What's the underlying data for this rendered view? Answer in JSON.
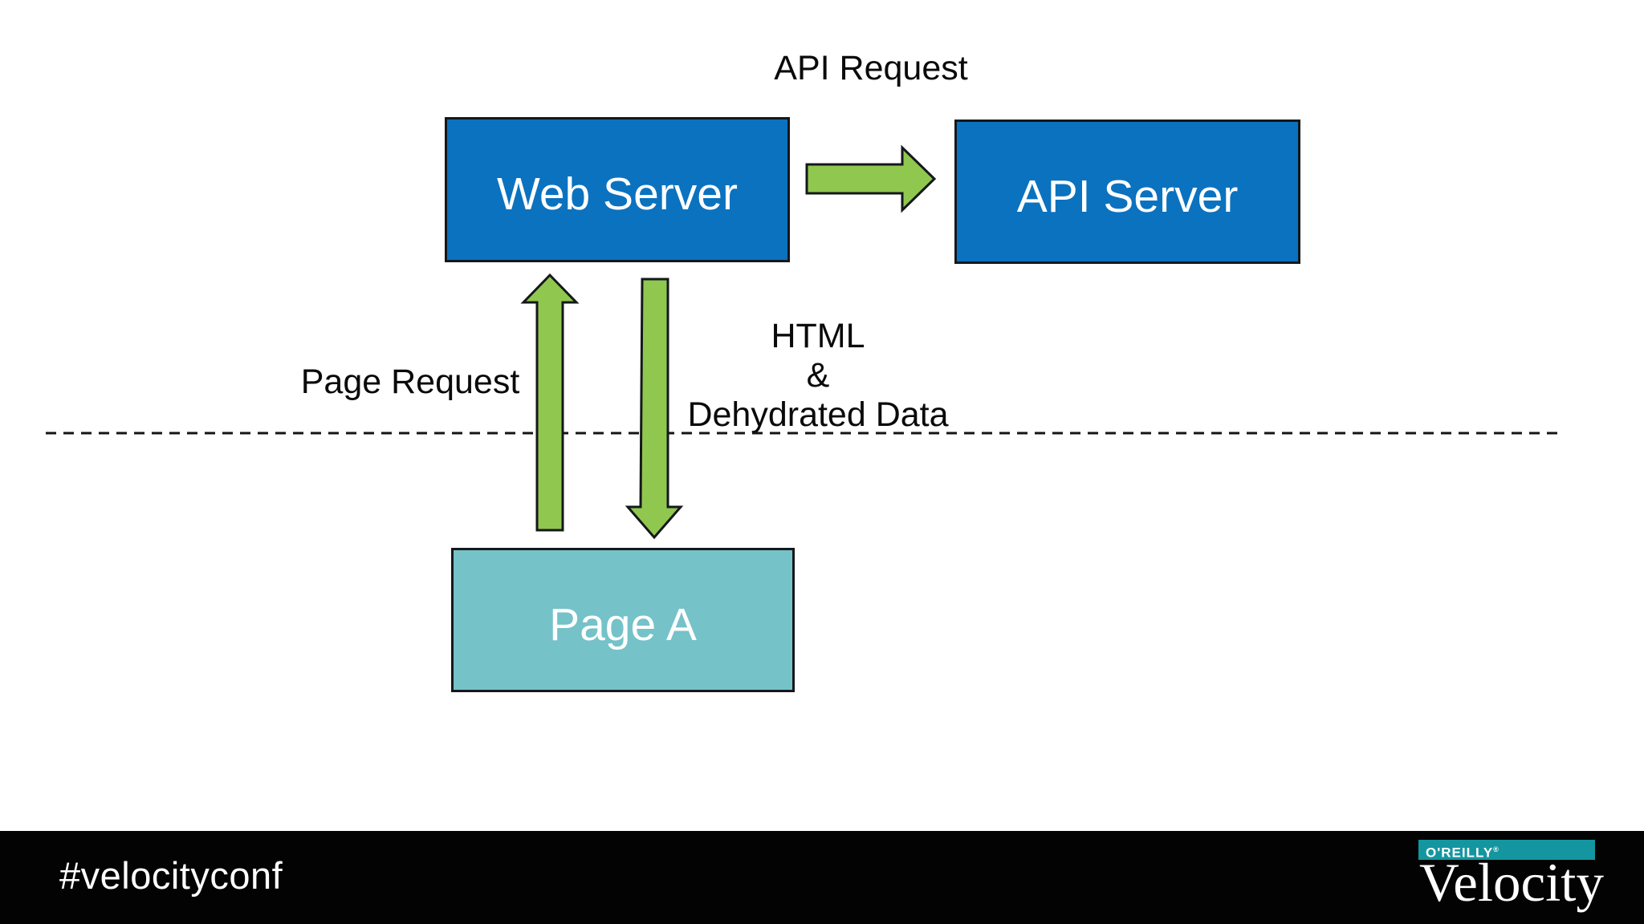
{
  "colors": {
    "background": "#FFFFFF",
    "box_blue": "#0B72BF",
    "box_teal": "#75C2C9",
    "arrow_green": "#90C84F",
    "outline": "#15181B",
    "dash": "#141414",
    "label_text": "#0A0A0A",
    "box_label_text": "#FFFFFF",
    "footer_bg": "#030303",
    "footer_text": "#FFFFFF",
    "oreilly_teal": "#1496A0"
  },
  "diagram": {
    "nodes": {
      "web_server": {
        "label": "Web Server"
      },
      "api_server": {
        "label": "API Server"
      },
      "page_a": {
        "label": "Page A"
      }
    },
    "labels": {
      "api_request": "API Request",
      "page_request": "Page Request",
      "html_lines": [
        "HTML",
        "&",
        "Dehydrated Data"
      ]
    },
    "edges": [
      {
        "from": "Web Server",
        "to": "API Server",
        "label": "API Request",
        "direction": "right"
      },
      {
        "from": "Page A",
        "to": "Web Server",
        "label": "Page Request",
        "direction": "up"
      },
      {
        "from": "Web Server",
        "to": "Page A",
        "label": "HTML & Dehydrated Data",
        "direction": "down"
      }
    ]
  },
  "footer": {
    "hashtag": "#velocityconf",
    "logo": {
      "brand": "O'REILLY",
      "registered": "®",
      "product": "Velocity"
    }
  }
}
